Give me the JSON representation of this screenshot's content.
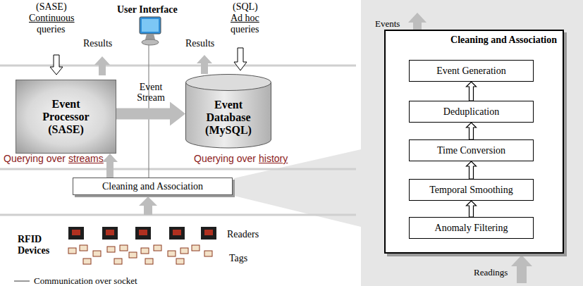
{
  "diagram": {
    "nodes": [
      {
        "text": [
          "Event Processor (SASE)"
        ]
      },
      {
        "text": [
          "Event Database (MySQL)"
        ]
      },
      {
        "text": [
          "Cleaning and Association"
        ]
      },
      {
        "text": [
          "Cleaning and Association"
        ]
      },
      {
        "text": [
          "Event Generation"
        ],
        "in": 3
      },
      {
        "text": [
          "Deduplication"
        ],
        "in": 3
      },
      {
        "text": [
          "Time Conversion"
        ],
        "in": 3
      },
      {
        "text": [
          "Temporal Smoothing"
        ],
        "in": 3
      },
      {
        "text": [
          "Anomaly Filtering"
        ],
        "in": 3
      }
    ],
    "edges": [
      {
        "from": 0,
        "to": 1,
        "arrow": "to",
        "label": "Event Stream"
      },
      {
        "from": 2,
        "to": 0,
        "arrow": "to"
      },
      {
        "from": 8,
        "to": 7,
        "arrow": "to"
      },
      {
        "from": 7,
        "to": 6,
        "arrow": "to"
      },
      {
        "from": 6,
        "to": 5,
        "arrow": "to"
      },
      {
        "from": 5,
        "to": 4,
        "arrow": "to"
      }
    ],
    "labels": [
      "(SASE)",
      "Continuous",
      "queries",
      "Results",
      "User Interface",
      "Results",
      "(SQL)",
      "Ad hoc",
      "queries",
      "Querying over",
      "streams",
      "Querying over",
      "history",
      "RFID Devices",
      "Readers",
      "Tags",
      "Communication over socket",
      "Events",
      "Readings"
    ]
  }
}
